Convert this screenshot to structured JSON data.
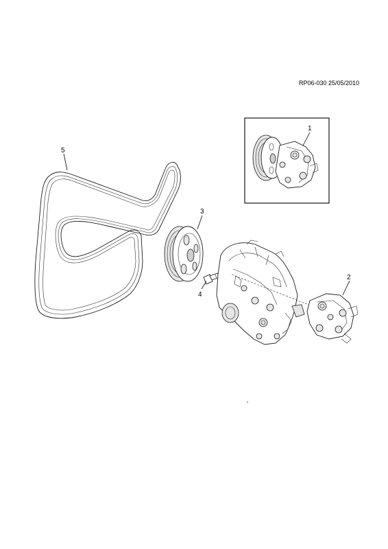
{
  "diagram": {
    "reference": "RP06-030 25/05/2010",
    "callouts": [
      {
        "id": "1",
        "text": "1"
      },
      {
        "id": "2",
        "text": "2"
      },
      {
        "id": "3",
        "text": "3"
      },
      {
        "id": "4",
        "text": "4"
      },
      {
        "id": "5",
        "text": "5"
      }
    ]
  }
}
